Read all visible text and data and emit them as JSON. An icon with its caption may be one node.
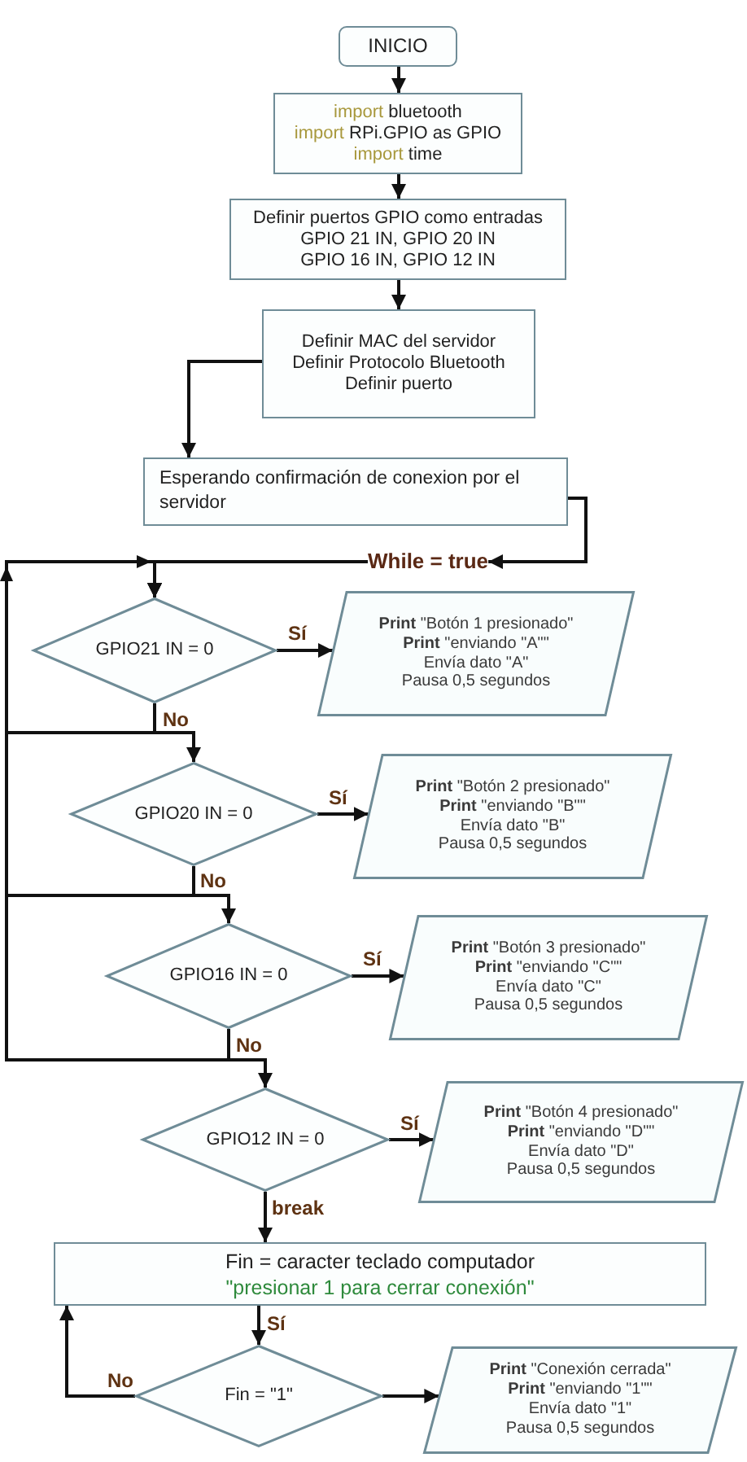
{
  "diagram": {
    "nodes": [
      {
        "text": [
          "INICIO"
        ]
      },
      {
        "text": [
          "import bluetooth",
          "import RPi.GPIO as GPIO",
          "import time"
        ]
      },
      {
        "text": [
          "Definir puertos GPIO como entradas",
          "GPIO 21 IN, GPIO 20 IN",
          "GPIO 16 IN, GPIO 12 IN"
        ]
      },
      {
        "text": [
          "Definir MAC del servidor",
          "Definir Protocolo Bluetooth",
          "Definir puerto"
        ]
      },
      {
        "text": [
          "Esperando confirmación de conexion por el servidor"
        ]
      },
      {
        "text": [
          "While = true"
        ]
      },
      {
        "text": [
          "GPIO21 IN = 0"
        ]
      },
      {
        "text": [
          "**Print** \"Botón 1 presionado\"",
          "**Print** \"enviando \"A\"\"",
          "Envía dato \"A\"",
          "Pausa 0,5 segundos"
        ]
      },
      {
        "text": [
          "GPIO20 IN = 0"
        ]
      },
      {
        "text": [
          "**Print** \"Botón 2 presionado\"",
          "**Print** \"enviando \"B\"\"",
          "Envía dato \"B\"",
          "Pausa 0,5 segundos"
        ]
      },
      {
        "text": [
          "GPIO16 IN = 0"
        ]
      },
      {
        "text": [
          "**Print** \"Botón 3 presionado\"",
          "**Print** \"enviando \"C\"\"",
          "Envía dato \"C\"",
          "Pausa 0,5 segundos"
        ]
      },
      {
        "text": [
          "GPIO12 IN = 0"
        ]
      },
      {
        "text": [
          "**Print** \"Botón 4 presionado\"",
          "**Print** \"enviando \"D\"\"",
          "Envía dato \"D\"",
          "Pausa 0,5 segundos"
        ]
      },
      {
        "text": [
          "Fin = caracter teclado computador",
          "\"presionar 1 para cerrar conexión\""
        ]
      },
      {
        "text": [
          "Fin = \"1\""
        ]
      },
      {
        "text": [
          "**Print** \"Conexión cerrada\"",
          "**Print** \"enviando \"1\"\"",
          "Envía dato \"1\"",
          "Pausa 0,5 segundos"
        ]
      }
    ],
    "edges": [
      {
        "from": 0,
        "to": 1,
        "arrow": "to"
      },
      {
        "from": 1,
        "to": 2,
        "arrow": "to"
      },
      {
        "from": 2,
        "to": 3,
        "arrow": "to"
      },
      {
        "from": 3,
        "to": 4,
        "arrow": "to"
      },
      {
        "from": 4,
        "to": 5,
        "arrow": "to"
      },
      {
        "from": 5,
        "to": 6,
        "arrow": "to"
      },
      {
        "from": 6,
        "to": 7,
        "arrow": "to",
        "label": "Sí"
      },
      {
        "from": 6,
        "to": 8,
        "arrow": "to",
        "label": "No"
      },
      {
        "from": 8,
        "to": 9,
        "arrow": "to",
        "label": "Sí"
      },
      {
        "from": 8,
        "to": 10,
        "arrow": "to",
        "label": "No"
      },
      {
        "from": 10,
        "to": 11,
        "arrow": "to",
        "label": "Sí"
      },
      {
        "from": 10,
        "to": 12,
        "arrow": "to",
        "label": "No"
      },
      {
        "from": 12,
        "to": 13,
        "arrow": "to",
        "label": "Sí"
      },
      {
        "from": 12,
        "to": 14,
        "arrow": "to",
        "label": "break"
      },
      {
        "from": 14,
        "to": 15,
        "arrow": "to",
        "label": "Sí"
      },
      {
        "from": 15,
        "to": 14,
        "arrow": "to",
        "label": "No"
      },
      {
        "from": 15,
        "to": 16,
        "arrow": "to"
      },
      {
        "from": 6,
        "to": 6,
        "arrow": "to"
      },
      {
        "from": 8,
        "to": 6,
        "arrow": "to"
      },
      {
        "from": 10,
        "to": 6,
        "arrow": "to"
      }
    ]
  }
}
